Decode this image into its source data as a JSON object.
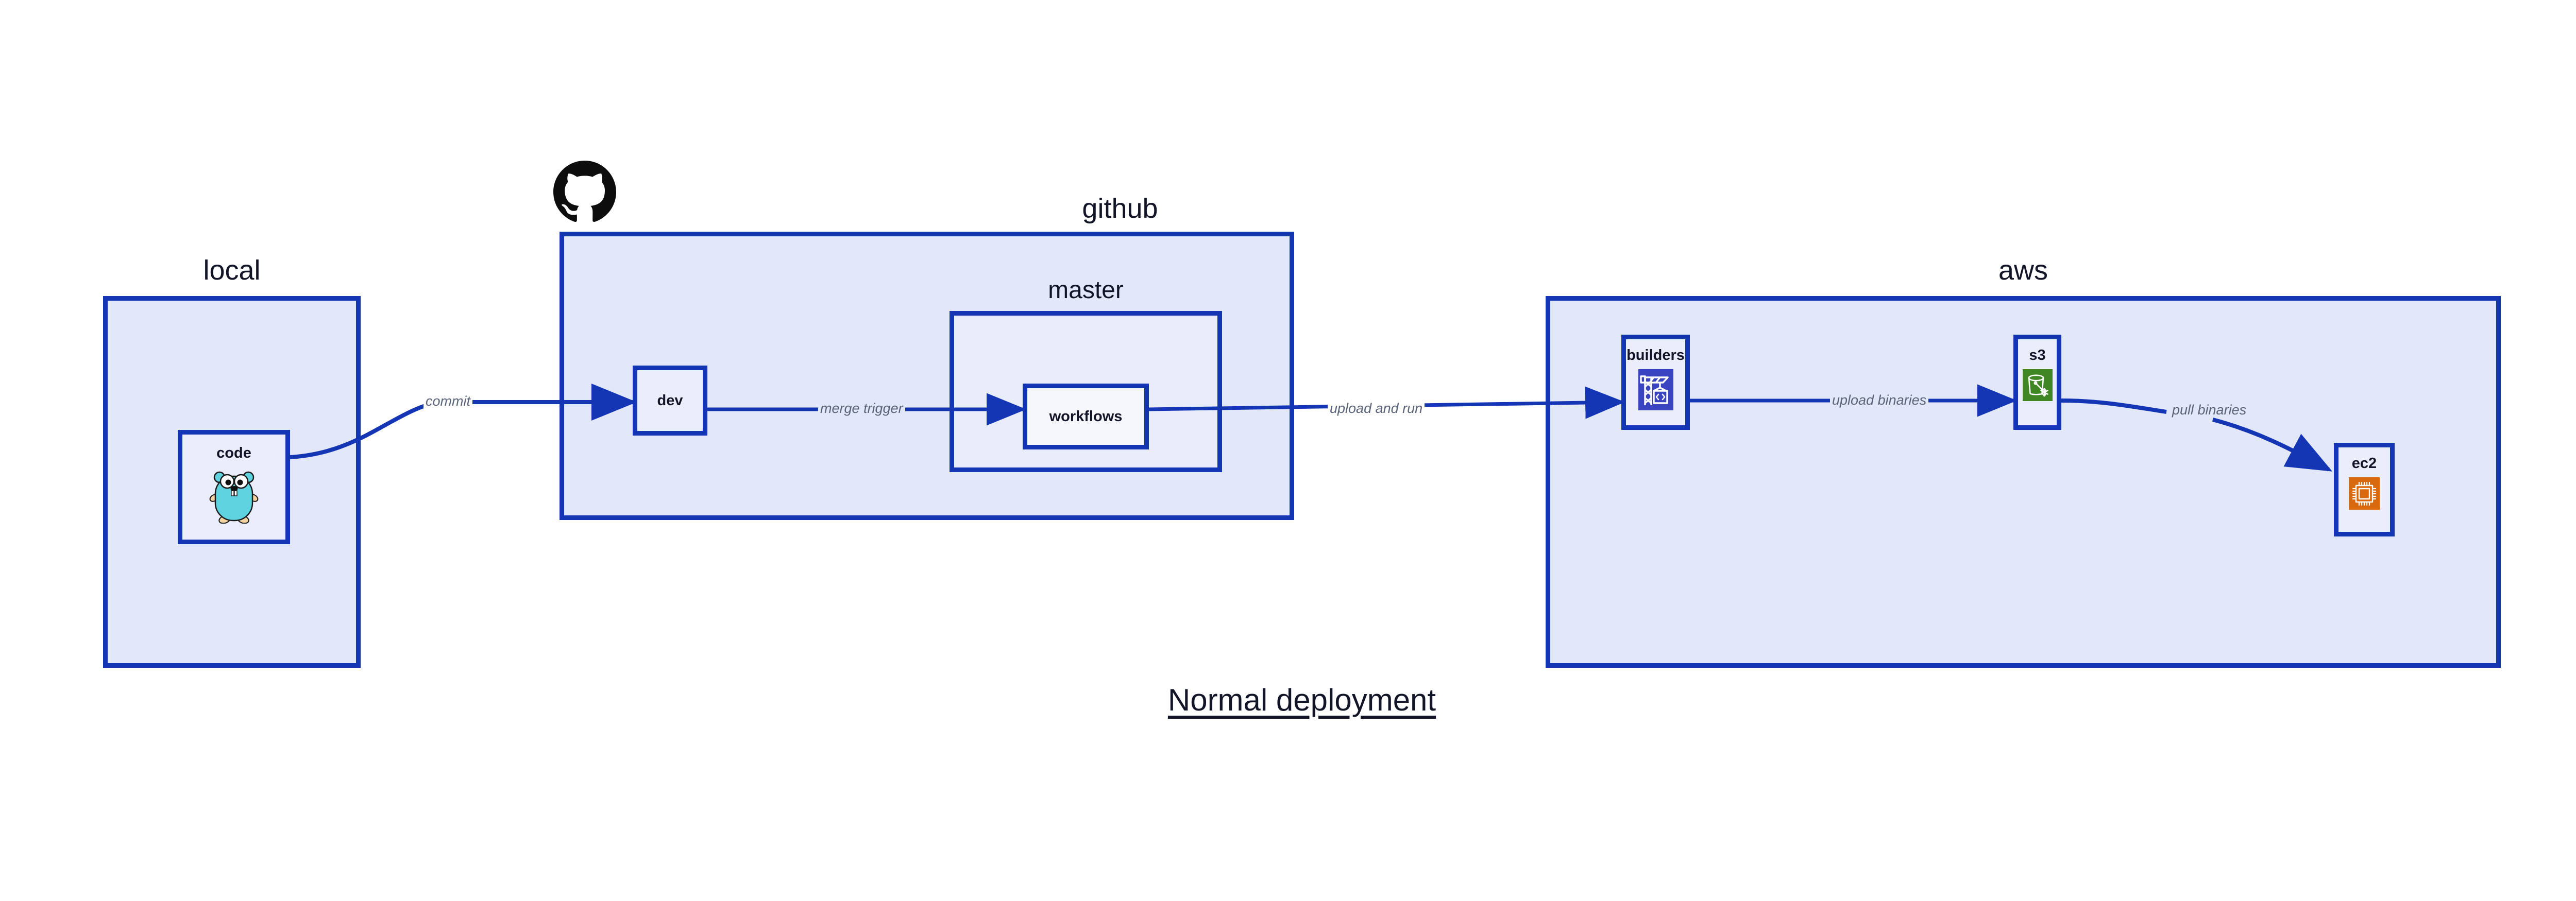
{
  "diagram": {
    "title": "Normal deployment",
    "accent_border": "#1436b5",
    "group_fill": "#e2e7fa",
    "node_fill": "#eaeefb",
    "label_color": "#121528",
    "edge_label_color": "#5a6378"
  },
  "groups": [
    {
      "id": "local",
      "label": "local"
    },
    {
      "id": "github",
      "label": "github"
    },
    {
      "id": "master",
      "label": "master"
    },
    {
      "id": "aws",
      "label": "aws"
    }
  ],
  "nodes": [
    {
      "id": "code",
      "label": "code",
      "icon": "go-gopher-icon"
    },
    {
      "id": "dev",
      "label": "dev",
      "icon": "none"
    },
    {
      "id": "workflows",
      "label": "workflows",
      "icon": "none"
    },
    {
      "id": "builders",
      "label": "builders",
      "icon": "aws-codebuild-icon",
      "icon_color": "#3a44c0"
    },
    {
      "id": "s3",
      "label": "s3",
      "icon": "aws-s3-glacier-bucket-icon",
      "icon_color": "#3f8624"
    },
    {
      "id": "ec2",
      "label": "ec2",
      "icon": "aws-ec2-chip-icon",
      "icon_color": "#d9690f"
    }
  ],
  "edges": [
    {
      "id": "commit",
      "from": "code",
      "to": "dev",
      "label": "commit"
    },
    {
      "id": "merge-trigger",
      "from": "dev",
      "to": "workflows",
      "label": "merge trigger"
    },
    {
      "id": "upload-and-run",
      "from": "workflows",
      "to": "builders",
      "label": "upload and run"
    },
    {
      "id": "upload-binaries",
      "from": "builders",
      "to": "s3",
      "label": "upload binaries"
    },
    {
      "id": "pull-binaries",
      "from": "s3",
      "to": "ec2",
      "label": "pull binaries"
    }
  ],
  "logos": [
    {
      "id": "github-logo",
      "name": "github-octocat-logo"
    }
  ]
}
